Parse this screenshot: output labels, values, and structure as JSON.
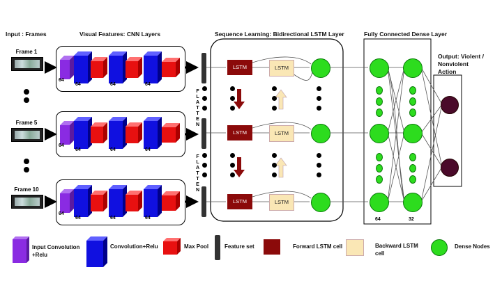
{
  "headers": {
    "input": "Input : Frames",
    "cnn": "Visual Features: CNN Layers",
    "lstm": "Sequence Learning: Bidirectional LSTM Layer",
    "dense": "Fully Connected Dense Layer",
    "output": "Output: Violent /\nNonviolent\nAction"
  },
  "frames": [
    "Frame 1",
    "Frame 5",
    "Frame 10"
  ],
  "cnn_numbers": [
    "64",
    "64",
    "64",
    "64"
  ],
  "flatten": "FLATTEN",
  "lstm": {
    "forward": "LSTM",
    "backward": "LSTM"
  },
  "dense_numbers": [
    "64",
    "32"
  ],
  "legend": {
    "input_conv": "Input Convolution\n+Relu",
    "conv_relu": "Convolution+Relu",
    "max_pool": "Max Pool",
    "feature_set": "Feature set",
    "forward": "Forward LSTM cell",
    "backward": "Backward LSTM\ncell",
    "dense": "Dense Nodes"
  },
  "colors": {
    "input_conv": "#8a2be2",
    "conv": "#1010e0",
    "pool": "#e81010",
    "forward": "#8b0a0a",
    "backward": "#fae7b5",
    "dense": "#2ddc1e",
    "output": "#4a0a2a"
  }
}
